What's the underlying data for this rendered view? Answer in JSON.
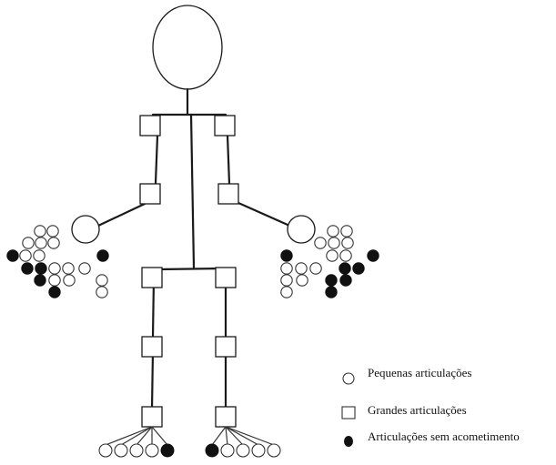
{
  "legend": {
    "small_joints": "Pequenas articulações",
    "large_joints": "Grandes articulações",
    "unaffected_joints": "Articulações sem acometimento"
  },
  "colors": {
    "line": "#1a1a1a",
    "filled_joint": "#111111",
    "open_joint": "#ffffff"
  },
  "joint_states": {
    "left_hand": [
      [
        false,
        false
      ],
      [
        false,
        false,
        false
      ],
      [
        true,
        false,
        false,
        true
      ],
      [
        true,
        true,
        false,
        false,
        false
      ],
      [
        true,
        false,
        false,
        false
      ],
      [
        true,
        false
      ]
    ],
    "right_hand": [
      [
        false,
        false
      ],
      [
        false,
        false,
        false
      ],
      [
        true,
        false,
        false,
        true
      ],
      [
        false,
        false,
        false,
        true,
        true
      ],
      [
        false,
        false,
        true,
        true
      ],
      [
        false,
        true
      ]
    ],
    "left_foot": [
      false,
      false,
      false,
      false,
      true
    ],
    "right_foot": [
      true,
      false,
      false,
      false,
      false
    ]
  }
}
